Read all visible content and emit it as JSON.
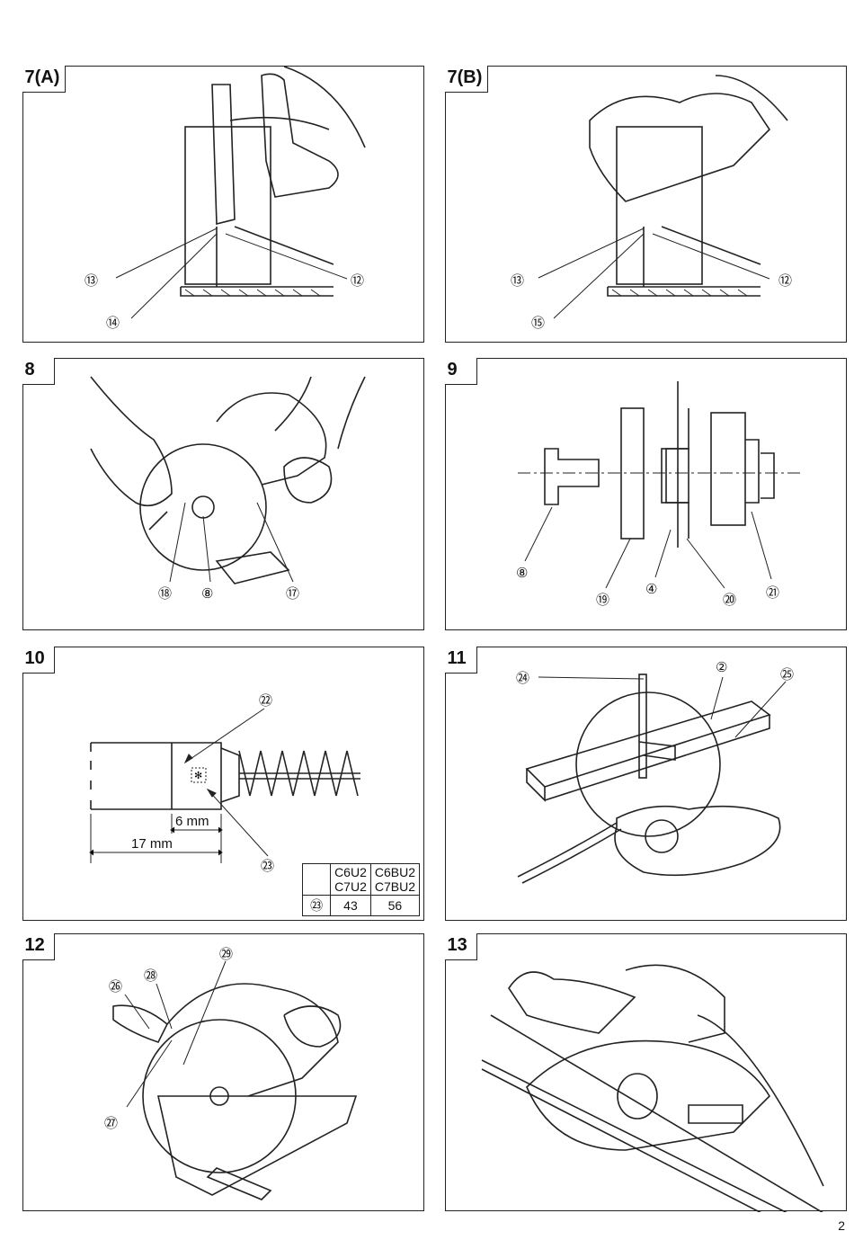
{
  "panels": {
    "p7a": {
      "title": "7(A)",
      "callouts": [
        "⑬",
        "⑫",
        "⑭"
      ]
    },
    "p7b": {
      "title": "7(B)",
      "callouts": [
        "⑬",
        "⑫",
        "⑮"
      ]
    },
    "p8": {
      "title": "8",
      "callouts": [
        "⑱",
        "⑧",
        "⑰"
      ]
    },
    "p9": {
      "title": "9",
      "callouts": [
        "⑧",
        "⑲",
        "④",
        "⑳",
        "㉑"
      ]
    },
    "p10": {
      "title": "10",
      "callouts": [
        "㉒",
        "㉓"
      ],
      "dim_small": "6 mm",
      "dim_large": "17 mm",
      "marker": "✻",
      "table": {
        "header_col1": "C6U2\nC7U2",
        "header_col2": "C6BU2\nC7BU2",
        "row_label": "㉓",
        "val1": "43",
        "val2": "56"
      }
    },
    "p11": {
      "title": "11",
      "callouts": [
        "㉔",
        "②",
        "㉕"
      ]
    },
    "p12": {
      "title": "12",
      "callouts": [
        "㉙",
        "㉘",
        "㉖",
        "㉗"
      ]
    },
    "p13": {
      "title": "13"
    }
  },
  "page_number": "2"
}
